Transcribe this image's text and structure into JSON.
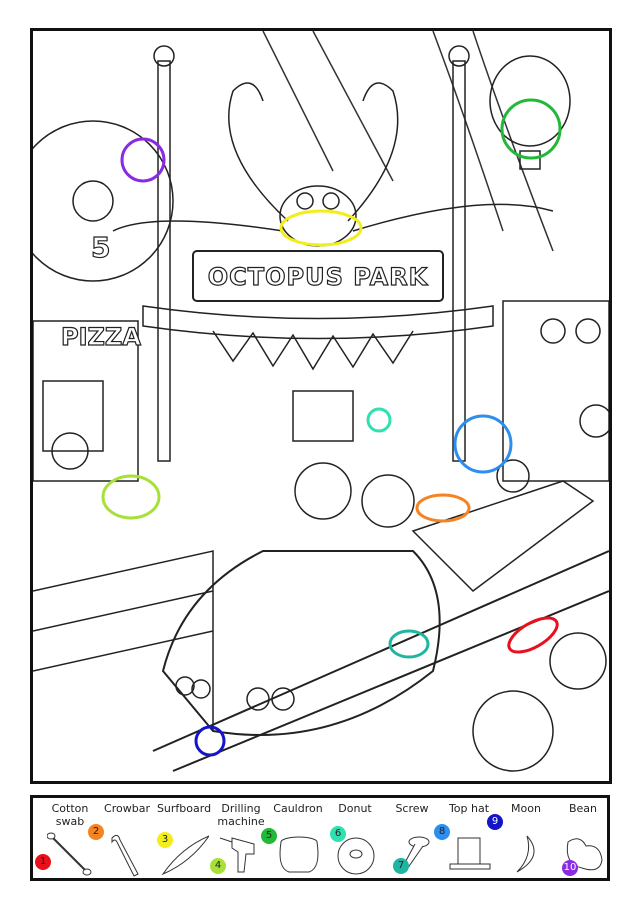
{
  "scene": {
    "sign_title": "OCTOPUS PARK",
    "pizza_sign": "PIZZA",
    "number_sign": "5"
  },
  "legend": {
    "items": [
      {
        "number": "1",
        "label": "Cotton swab",
        "icon": "cotton-swab-icon",
        "color": "#e8101c"
      },
      {
        "number": "2",
        "label": "Crowbar",
        "icon": "crowbar-icon",
        "color": "#f5831f"
      },
      {
        "number": "3",
        "label": "Surfboard",
        "icon": "surfboard-icon",
        "color": "#f2ee1a"
      },
      {
        "number": "4",
        "label": "Drilling machine",
        "icon": "drill-icon",
        "color": "#a8e03a"
      },
      {
        "number": "5",
        "label": "Cauldron",
        "icon": "cauldron-icon",
        "color": "#22b83a"
      },
      {
        "number": "6",
        "label": "Donut",
        "icon": "donut-icon",
        "color": "#2fe0b0"
      },
      {
        "number": "7",
        "label": "Screw",
        "icon": "screw-icon",
        "color": "#1fb5a0"
      },
      {
        "number": "8",
        "label": "Top hat",
        "icon": "top-hat-icon",
        "color": "#2d8ef0"
      },
      {
        "number": "9",
        "label": "Moon",
        "icon": "moon-icon",
        "color": "#1414c8"
      },
      {
        "number": "10",
        "label": "Bean",
        "icon": "bean-icon",
        "color": "#8a2be2"
      }
    ]
  }
}
